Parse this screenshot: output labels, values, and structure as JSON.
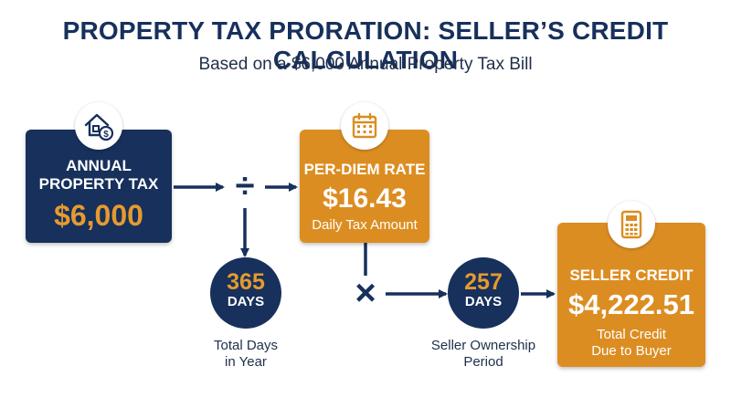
{
  "header": {
    "title": "PROPERTY TAX PRORATION: SELLER’S CREDIT CALCULATION",
    "subtitle": "Based on a $6,000 Annual Property Tax Bill"
  },
  "annual_tax": {
    "label_line1": "ANNUAL",
    "label_line2": "PROPERTY TAX",
    "value": "$6,000",
    "icon": "house-dollar-icon"
  },
  "per_diem": {
    "label": "PER-DIEM RATE",
    "value": "$16.43",
    "sub": "Daily Tax Amount",
    "icon": "calendar-icon"
  },
  "seller_credit": {
    "label": "SELLER CREDIT",
    "value": "$4,222.51",
    "sub_line1": "Total Credit",
    "sub_line2": "Due to Buyer",
    "icon": "calculator-icon"
  },
  "days_in_year": {
    "number": "365",
    "unit": "DAYS",
    "caption_line1": "Total Days",
    "caption_line2": "in Year"
  },
  "ownership_days": {
    "number": "257",
    "unit": "DAYS",
    "caption_line1": "Seller Ownership",
    "caption_line2": "Period"
  },
  "operators": {
    "divide": "÷",
    "multiply": "×"
  },
  "colors": {
    "navy": "#17305c",
    "orange": "#dc8d22",
    "accent_text": "#e59a30"
  }
}
